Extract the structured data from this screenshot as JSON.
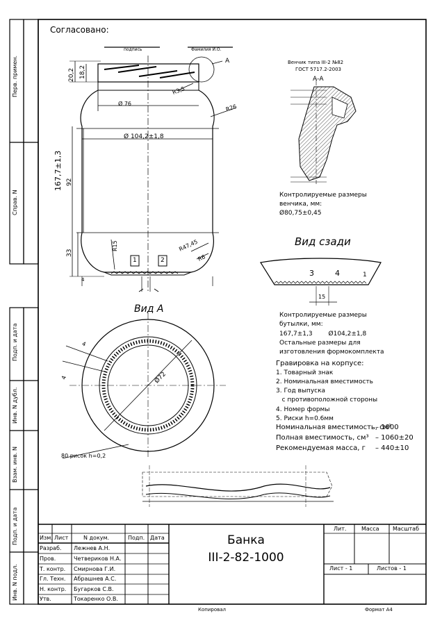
{
  "header": {
    "agreed": "Согласовано:",
    "signature": "подпись",
    "surname": "Фамилия И.О."
  },
  "side_labels": [
    "Перв. примен.",
    "Справ. N",
    "Подп. и дата",
    "Инв. N дубл.",
    "Взам. инв. N",
    "Подп. и дата",
    "Инв. N подл."
  ],
  "main_view": {
    "dims": {
      "d1": "20,2",
      "d2": "18,2",
      "d_neck": "Ø 76",
      "d_body": "Ø 104,2±1,8",
      "h_total": "167,7±1,3",
      "h_body": "92",
      "h_bottom": "33",
      "r_shoulder": "R26",
      "r_neck": "R3,5",
      "r_bottom": "R47,45",
      "r_small": "R6",
      "r_edge": "R15",
      "mark_1": "1",
      "mark_2": "2",
      "point_a": "А",
      "d_small": "4"
    },
    "view_a": "Вид А"
  },
  "finish_section": {
    "title_line1": "Венчик типа III-2 №82",
    "title_line2": "ГОСТ 5717.2-2003",
    "section": "А-А",
    "controlled_title_line1": "Контролируемые размеры",
    "controlled_title_line2": "венчика, мм:",
    "controlled_value": "Ø80,75±0,45"
  },
  "rear_view": {
    "title": "Вид сзади",
    "n3": "3",
    "n4": "4",
    "n1": "1",
    "dim": "15"
  },
  "circle_view": {
    "d_inner": "Ø72",
    "a1": "4",
    "a2": "4",
    "note": "80 рисок h=0,2"
  },
  "notes": {
    "bottle_title_line1": "Контролируемые размеры",
    "bottle_title_line2": "бутылки, мм:",
    "bottle_values": "167,7±1,3        Ø104,2±1,8",
    "other_line1": "Остальные размеры для",
    "other_line2": "изготовления формокомплекта",
    "engraving_title": "Гравировка на корпусе:",
    "engraving_items": [
      "1. Товарный знак",
      "2. Номинальная вместимость",
      "3. Год выпуска",
      "   с противоположной стороны",
      "4. Номер формы",
      "5. Риски h=0.6мм"
    ],
    "nominal_label": "Номинальная вместимость, см³",
    "nominal_value": "– 1000",
    "full_label": "Полная вместимость, см³",
    "full_value": "– 1060±20",
    "mass_label": "Рекомендуемая масса, г",
    "mass_value": "– 440±10"
  },
  "title_block": {
    "headers": [
      "Изм.",
      "Лист",
      "N докум.",
      "Подп.",
      "Дата"
    ],
    "rows": [
      {
        "role": "Разраб.",
        "name": "Лежнев А.Н."
      },
      {
        "role": "Пров.",
        "name": "Четвериков Н.А."
      },
      {
        "role": "Т. контр.",
        "name": "Смирнова Г.И."
      },
      {
        "role": "Гл. Техн.",
        "name": "Абрашнев А.С."
      },
      {
        "role": "Н. контр.",
        "name": "Бугарков С.В."
      },
      {
        "role": "Утв.",
        "name": "Токаренко О.В."
      }
    ],
    "doc_name": "Банка",
    "doc_code": "III-2-82-1000",
    "lit": "Лит.",
    "mass": "Масса",
    "scale": "Масштаб",
    "sheet": "Лист - 1",
    "sheets": "Листов - 1"
  },
  "footer": {
    "copied": "Копировал",
    "format": "Формат А4"
  }
}
